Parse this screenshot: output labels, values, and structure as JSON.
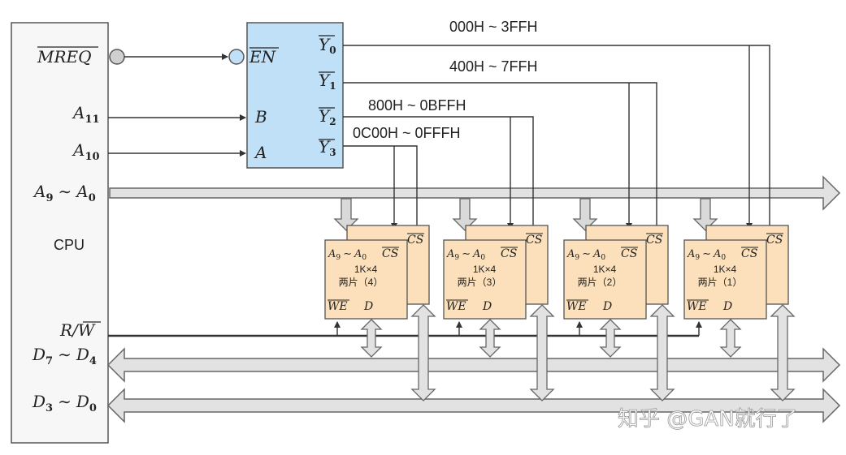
{
  "cpu": {
    "label": "CPU",
    "pins": {
      "mreq": "MREQ",
      "a11": "A",
      "a11_sub": "11",
      "a10": "A",
      "a10_sub": "10",
      "a9_a0": "A",
      "a9_sub": "9",
      "a0_sub": "0",
      "tilde": "∼",
      "rw_r": "R/",
      "rw_w": "W",
      "d7": "D",
      "d7_sub": "7",
      "d4_sub": "4",
      "d3": "D",
      "d3_sub": "3",
      "d0_sub": "0"
    }
  },
  "decoder": {
    "en": "EN",
    "b": "B",
    "a": "A",
    "y": "Y",
    "y0_sub": "0",
    "y1_sub": "1",
    "y2_sub": "2",
    "y3_sub": "3"
  },
  "ranges": {
    "y0": "000H ~ 3FFH",
    "y1": "400H ~ 7FFH",
    "y2": "800H ~ 0BFFH",
    "y3": "0C00H ~ 0FFFH"
  },
  "chips": [
    {
      "size": "1K×4",
      "count": "两片（4）"
    },
    {
      "size": "1K×4",
      "count": "两片（3）"
    },
    {
      "size": "1K×4",
      "count": "两片（2）"
    },
    {
      "size": "1K×4",
      "count": "两片（1）"
    }
  ],
  "chip_pins": {
    "a": "A",
    "a9_sub": "9",
    "a0_sub": "0",
    "tilde": "∼",
    "cs": "CS",
    "we": "WE",
    "d": "D"
  },
  "watermark": "知乎 @GAN就行了",
  "colors": {
    "decoder_fill": "#bfe0f7",
    "chip_fill": "#fbe0bb",
    "bus_fill": "#e2e2e2",
    "line": "#333333"
  }
}
